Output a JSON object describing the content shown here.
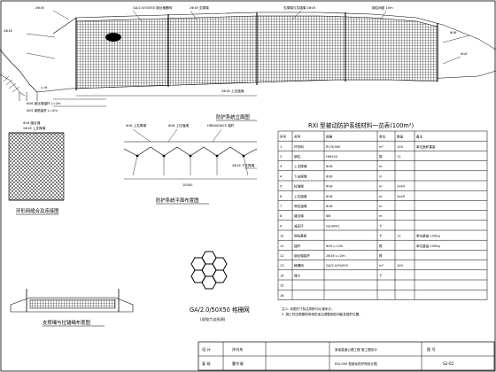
{
  "drawing": {
    "elevation": {
      "caption": "防护系统立面图",
      "labels": [
        "GA/2.0/50X50 钢丝格栅网",
        "2Φ16 支撑绳",
        "支撑绳与拉锚绳 2Φ16",
        "钢柱间距 10m",
        "2Φ16",
        "2Φ16",
        "L=6",
        "Φ16",
        "Φ16",
        "2Φ16 上拉锚绳",
        "Φ28 钢丝绳锚杆 L=2m",
        "Φ25 钢筋锚杆 L=2m"
      ]
    },
    "plan": {
      "caption": "防护系统平面布置图",
      "labels": [
        "Φ16 上支撑绳",
        "Φ16 上拉锚绳",
        "HRB400Φ25 锚杆",
        "2Φ16 下支撑绳",
        "10000"
      ]
    },
    "ring_detail": {
      "caption": "环形网缝合及连接图",
      "labels": [
        "2Φ16 上支撑绳",
        "Φ16 缝合绳"
      ]
    },
    "base_detail": {
      "caption": "支撑绳与拉锚绳布置图"
    },
    "mesh_detail": {
      "caption": "GA/2.0/50X50 格栅网",
      "subcaption": "(双绞六边形网)"
    },
    "table": {
      "title": "RXI 型被动防护系统材料一览表(100m²)",
      "headers": [
        "序号",
        "名称",
        "规格",
        "单位",
        "数量",
        "备注"
      ],
      "rows": [
        [
          "1",
          "环形网",
          "R7/3/300",
          "m²",
          "100",
          "单位面积重量"
        ],
        [
          "2",
          "钢柱",
          "HW150",
          "根",
          "11",
          ""
        ],
        [
          "3",
          "上支撑绳",
          "Φ16",
          "m",
          "",
          ""
        ],
        [
          "4",
          "下支撑绳",
          "Φ16",
          "m",
          "",
          ""
        ],
        [
          "5",
          "拉锚绳",
          "Φ16",
          "m",
          "2x40",
          ""
        ],
        [
          "6",
          "上拉锚绳",
          "Φ16",
          "m",
          "2x40",
          ""
        ],
        [
          "7",
          "侧拉锚绳",
          "Φ16",
          "m",
          "",
          ""
        ],
        [
          "8",
          "缝合绳",
          "Φ8",
          "m",
          "",
          ""
        ],
        [
          "9",
          "减压环",
          "GS-8001",
          "个",
          "",
          ""
        ],
        [
          "10",
          "钢柱基座",
          "",
          "个",
          "11",
          "单位重量 150kg"
        ],
        [
          "11",
          "锚杆",
          "Φ25 L=2m",
          "根",
          "",
          "单位重量 150kg"
        ],
        [
          "12",
          "钢丝绳锚杆",
          "2Φ16 L=2m",
          "根",
          "",
          ""
        ],
        [
          "13",
          "格栅网",
          "GA/2.0/50X50",
          "m²",
          "100",
          ""
        ],
        [
          "14",
          "绳卡",
          "",
          "个",
          "",
          ""
        ],
        [
          "15",
          "",
          "",
          "",
          "",
          ""
        ],
        [
          "16",
          "",
          "",
          "",
          "",
          ""
        ]
      ],
      "notes": [
        "注:1. 本图尺寸除注明外均以毫米计。",
        "2. 施工时应根据现场地形适当调整钢柱间距及锚杆位置。"
      ]
    },
    "title_block": {
      "designer_label": "设 计",
      "designer_name": "孙向东",
      "checker_label": "复 核",
      "checker_name": "曹冬瑞",
      "project": "某省高速公路工程 施工图设计",
      "drawing_name": "RXI-050 型被动防护网设计图",
      "drawing_no": "S2-02",
      "sheet_label": "图 号"
    }
  }
}
